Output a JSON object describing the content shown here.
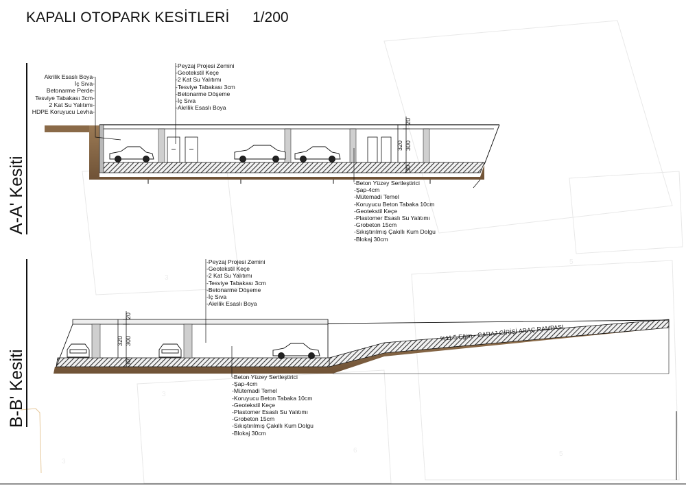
{
  "page": {
    "title": "KAPALI OTOPARK KESİTLERİ",
    "scale": "1/200"
  },
  "section_aa": {
    "title": "A-A' Kesiti",
    "wall_layers": [
      "Akrilik Esaslı Boya",
      "İç Sıva",
      "Betonarme Perde",
      "Tesviye Tabakası 3cm",
      "2 Kat Su Yalıtımı",
      "HDPE Koruyucu Levha"
    ],
    "roof_layers": [
      "Peyzaj Projesi Zemini",
      "Geotekstil Keçe",
      "2 Kat Su Yalıtımı",
      "Tesviye Tabakası 3cm",
      "Betonarme Döşeme",
      "İç Sıva",
      "Akrilik Esaslı Boya"
    ],
    "floor_layers": [
      "Beton Yüzey Sertleştirici",
      "Şap-4cm",
      "Mütemadi Temel",
      "Koruyucu Beton Tabaka 10cm",
      "Geotekstil Keçe",
      "Plastomer Esaslı Su Yalıtımı",
      "Grobeton 15cm",
      "Sıkıştırılmış Çakıllı Kum Dolgu",
      "Blokaj 30cm"
    ],
    "dimensions": {
      "slab": "20",
      "height": "320",
      "clear": "300",
      "floor": "30"
    }
  },
  "section_bb": {
    "title": "B-B' Kesiti",
    "roof_layers": [
      "Peyzaj Projesi Zemini",
      "Geotekstil Keçe",
      "2 Kat Su Yalıtımı",
      "Tesviye Tabakası 3cm",
      "Betonarme Döşeme",
      "İç Sıva",
      "Akrilik Esaslı Boya"
    ],
    "floor_layers": [
      "Beton Yüzey Sertleştirici",
      "Şap-4cm",
      "Mütemadi Temel",
      "Koruyucu Beton Tabaka 10cm",
      "Geotekstil Keçe",
      "Plastomer Esaslı Su Yalıtımı",
      "Grobeton 15cm",
      "Sıkıştırılmış Çakıllı Kum Dolgu",
      "Blokaj 30cm"
    ],
    "dimensions": {
      "slab": "20",
      "height": "320",
      "clear": "300",
      "floor": "30"
    },
    "ramp_label": "%11.5 Eğim - GARAJ GİRİŞİ ARAÇ RAMPASI"
  },
  "colors": {
    "soil": "#8a6a48",
    "hatch": "#555555",
    "column": "#c8c8c8",
    "line": "#111111",
    "background_grid": "#e6e6e6"
  }
}
